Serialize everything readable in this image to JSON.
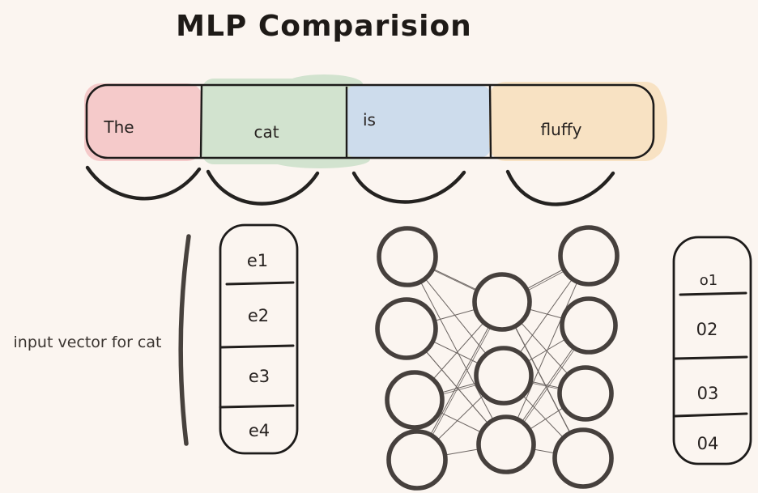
{
  "title": "MLP Comparision",
  "canvas": {
    "background": "#fbf5f0",
    "ink": "#25201d",
    "neuron_stroke": "#46403d",
    "edge_color": "#6b6461"
  },
  "sentence_bar": {
    "tokens": [
      {
        "label": "The",
        "fill": "#f5caca"
      },
      {
        "label": "cat",
        "fill": "#d2e3cf"
      },
      {
        "label": "is",
        "fill": "#cddcec"
      },
      {
        "label": "fluffy",
        "fill": "#f8e2c3"
      }
    ]
  },
  "input_annotation": {
    "label": "input vector for cat"
  },
  "input_vector": {
    "cells": [
      "e1",
      "e2",
      "e3",
      "e4"
    ]
  },
  "mlp_network": {
    "layer_sizes": [
      4,
      3,
      4
    ]
  },
  "output_vector": {
    "cells": [
      "o1",
      "02",
      "03",
      "04"
    ]
  }
}
